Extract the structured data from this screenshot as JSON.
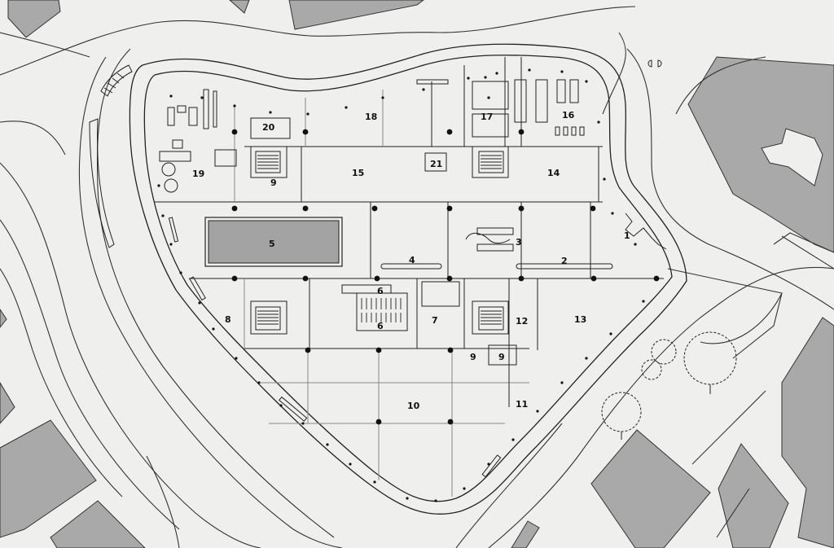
{
  "colors": {
    "paper": "#efefed",
    "line": "#222222",
    "buildings": "#a9a9a9",
    "pool": "#a3a3a3"
  },
  "plan": {
    "labels": {
      "l1": "1",
      "l2": "2",
      "l3": "3",
      "l4": "4",
      "l5": "5",
      "l6a": "6",
      "l6b": "6",
      "l7": "7",
      "l8": "8",
      "l9a": "9",
      "l9b": "9",
      "l9c": "9",
      "l10": "10",
      "l11": "11",
      "l12": "12",
      "l13": "13",
      "l14": "14",
      "l15": "15",
      "l16": "16",
      "l17": "17",
      "l18": "18",
      "l19": "19",
      "l20": "20",
      "l21": "21"
    }
  }
}
